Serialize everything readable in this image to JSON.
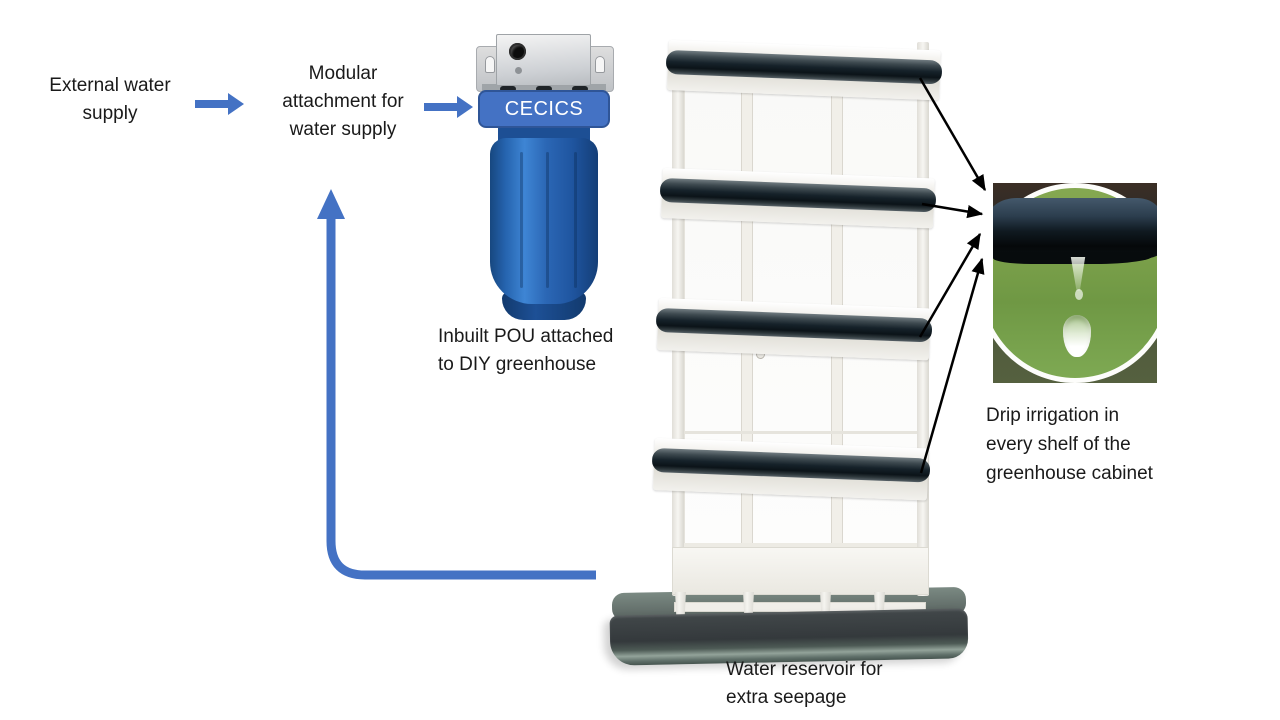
{
  "colors": {
    "background": "#FFFFFF",
    "text_color": "#1A1A1A",
    "arrow_blue": "#4472C4",
    "arrow_blue_dark": "#2F5597",
    "black_arrow": "#000000",
    "filter_label_bg": "#4472C4",
    "filter_bottle_blue": "#2B67B5",
    "cabinet_white": "#F2F1ED",
    "tube_dark": "#16222A",
    "tray_grey": "#42484A",
    "drip_green": "#7BA04A"
  },
  "nodes": {
    "external_supply": {
      "lines": [
        "External water",
        "supply"
      ]
    },
    "modular_attachment": {
      "lines": [
        "Modular",
        "attachment for",
        "water supply"
      ]
    },
    "filter_label": "CECICS",
    "inbuilt_pou": {
      "lines": [
        "Inbuilt POU attached",
        "to DIY greenhouse"
      ]
    },
    "drip_irrigation": {
      "lines": [
        "Drip irrigation in",
        "every shelf of the",
        "greenhouse cabinet"
      ]
    },
    "water_reservoir": {
      "lines": [
        "Water reservoir for",
        "extra seepage"
      ]
    }
  }
}
